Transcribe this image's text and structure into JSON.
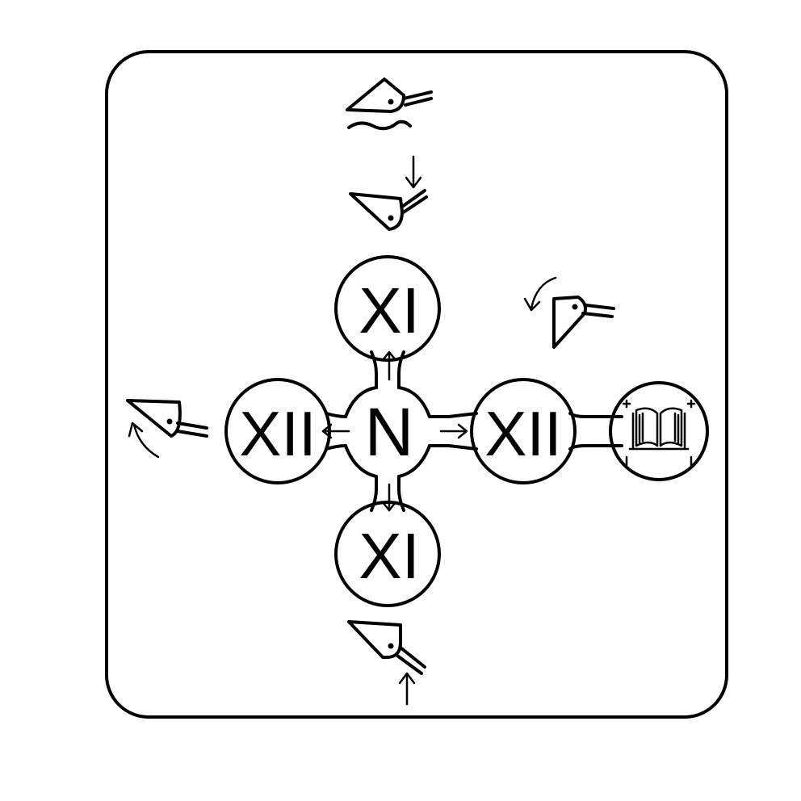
{
  "diagram": {
    "nodes": {
      "center": {
        "label": "N"
      },
      "top": {
        "label": "XI"
      },
      "bottom": {
        "label": "XI"
      },
      "left": {
        "label": "XII"
      },
      "right": {
        "label": "XII"
      },
      "manual": {
        "icon": "open-book-icon"
      }
    },
    "icons": {
      "boom_float": "bucket-float-icon",
      "boom_lower": "bucket-lower-icon",
      "boom_raise": "bucket-raise-icon",
      "bucket_dump": "bucket-dump-icon",
      "bucket_curl": "bucket-curl-icon"
    },
    "colors": {
      "ink": "#000000",
      "background": "#ffffff"
    }
  }
}
